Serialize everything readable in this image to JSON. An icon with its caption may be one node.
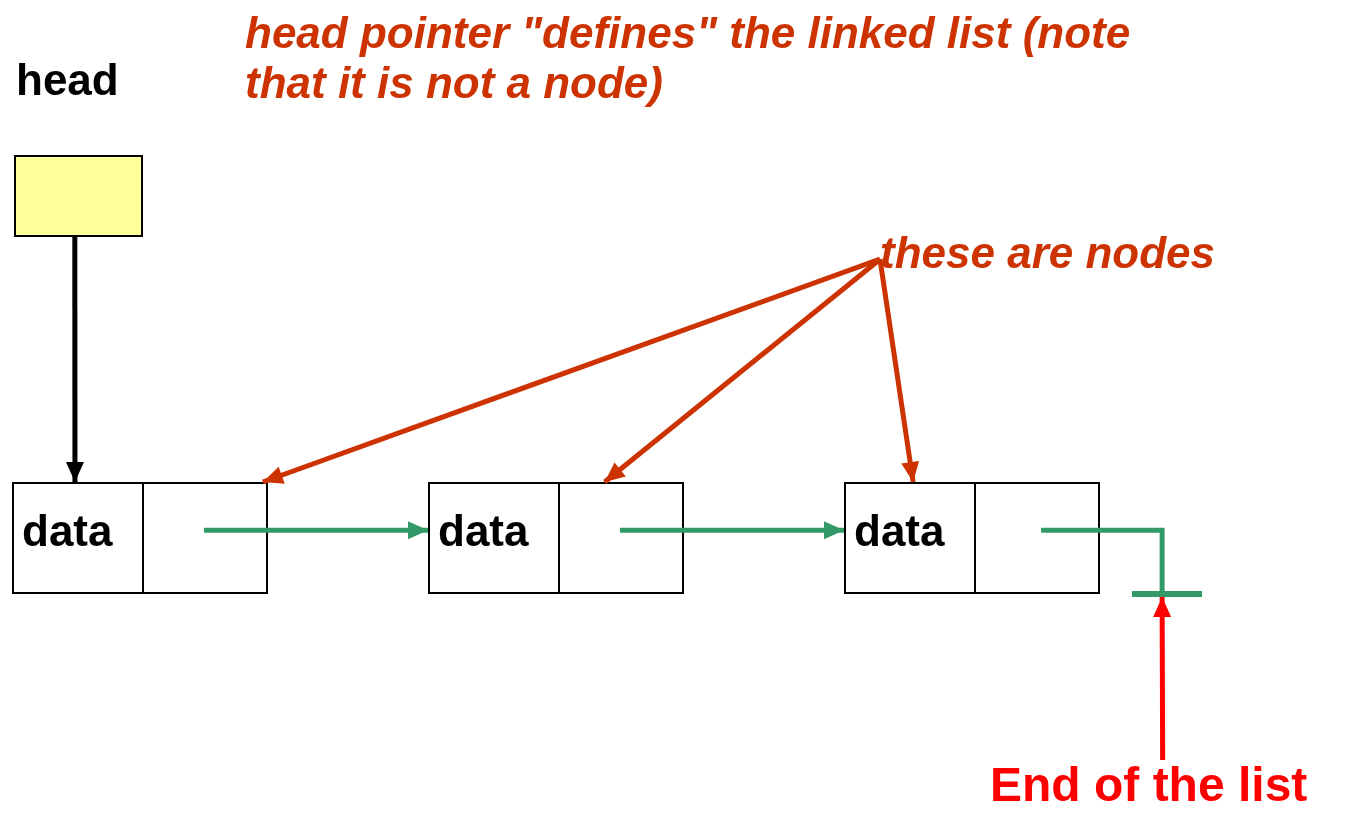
{
  "diagram": {
    "nodes": [
      {
        "text": [
          "head"
        ]
      },
      {
        "text": [
          "data"
        ]
      },
      {
        "text": [
          "data"
        ]
      },
      {
        "text": [
          "data"
        ]
      },
      {
        "text": [
          "these are nodes"
        ]
      },
      {
        "text": [
          "End of the list"
        ]
      },
      {
        "text": [],
        "shape": "bar"
      }
    ],
    "edges": [
      {
        "from": 0,
        "to": 1,
        "arrow": "to",
        "color": "#000000"
      },
      {
        "from": 1,
        "to": 2,
        "arrow": "to",
        "color": "#339966"
      },
      {
        "from": 2,
        "to": 3,
        "arrow": "to",
        "color": "#339966"
      },
      {
        "from": 3,
        "to": 6,
        "arrow": "none",
        "color": "#339966"
      },
      {
        "from": 4,
        "to": 1,
        "arrow": "to",
        "color": "#cc3300"
      },
      {
        "from": 4,
        "to": 2,
        "arrow": "to",
        "color": "#cc3300"
      },
      {
        "from": 4,
        "to": 3,
        "arrow": "to",
        "color": "#cc3300"
      },
      {
        "from": 5,
        "to": 6,
        "arrow": "to",
        "color": "#ff0000"
      }
    ],
    "labels": [
      "head pointer \"defines\" the linked list (note that it is not a node)"
    ]
  }
}
